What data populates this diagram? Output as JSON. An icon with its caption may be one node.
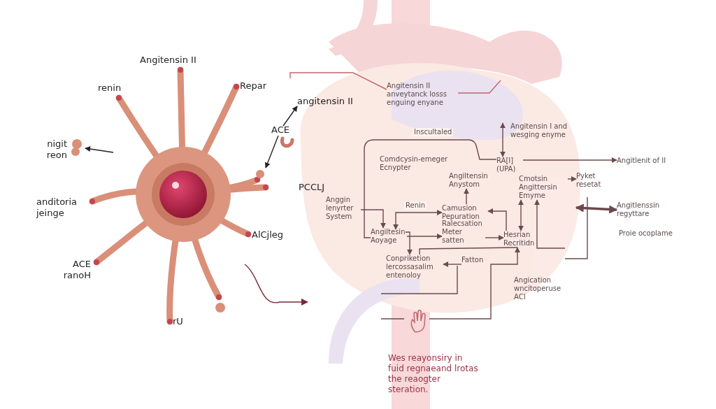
{
  "diagram": {
    "nodes": [
      {
        "text": [
          "ACE"
        ]
      },
      {
        "text": [
          "angitensin II"
        ]
      },
      {
        "text": [
          "nigit reon"
        ]
      },
      {
        "text": [],
        "shape": "picture"
      },
      {
        "text": [
          "Angitensin II anveytanck losss enguing enyane"
        ]
      },
      {
        "text": [
          "Angitensin I and wesging enyme"
        ]
      },
      {
        "text": [
          "RA[I] (UPA)"
        ]
      },
      {
        "text": [
          "Angitlenit of II"
        ]
      },
      {
        "text": [
          "Anggin lenyrter System"
        ]
      },
      {
        "text": [
          "Angiltesin Aoyage"
        ]
      },
      {
        "text": [
          "Angiltensin Anystom"
        ]
      },
      {
        "text": [
          "Camusion Pepuration"
        ]
      },
      {
        "text": [
          "Ralecsation Meter satten"
        ]
      },
      {
        "text": [
          "Hesrian Recritidn"
        ]
      },
      {
        "text": [
          "Cmotsin Angittersin Emyme"
        ]
      },
      {
        "text": [
          "Pyket resetat"
        ]
      },
      {
        "text": [
          "Angitlenssin regyttare"
        ]
      },
      {
        "text": [
          "Conpriketion lercossasalim entenoloy"
        ]
      },
      {
        "text": [
          "Fatton"
        ]
      },
      {
        "text": [],
        "shape": "picture"
      }
    ],
    "edges": [
      {
        "from": 0,
        "to": 1,
        "arrow": "to"
      },
      {
        "from": 0,
        "to": 3,
        "arrow": "to"
      },
      {
        "from": 3,
        "to": 2,
        "arrow": "to"
      },
      {
        "from": 3,
        "to": null,
        "arrow": "to"
      },
      {
        "from": 4,
        "to": null,
        "arrow": "none"
      },
      {
        "from": 4,
        "to": null,
        "arrow": "none"
      },
      {
        "from": 9,
        "to": 6,
        "arrow": "none",
        "label": "Inscultaled"
      },
      {
        "from": 6,
        "to": 5,
        "arrow": "both"
      },
      {
        "from": 6,
        "to": 7,
        "arrow": "to"
      },
      {
        "from": 8,
        "to": 9,
        "arrow": "to"
      },
      {
        "from": 9,
        "to": 11,
        "arrow": "both",
        "label": "Renin"
      },
      {
        "from": 9,
        "to": 17,
        "arrow": "to"
      },
      {
        "from": 11,
        "to": 10,
        "arrow": "to"
      },
      {
        "from": 9,
        "to": 12,
        "arrow": "to"
      },
      {
        "from": 12,
        "to": 13,
        "arrow": "to"
      },
      {
        "from": 13,
        "to": 11,
        "arrow": "to"
      },
      {
        "from": 14,
        "to": 13,
        "arrow": "both"
      },
      {
        "from": 14,
        "to": 15,
        "arrow": "to"
      },
      {
        "from": null,
        "to": 14,
        "arrow": "to"
      },
      {
        "from": 15,
        "to": 16,
        "arrow": "both",
        "style": "thick"
      },
      {
        "from": 18,
        "to": 17,
        "arrow": "to"
      },
      {
        "from": 19,
        "to": 13,
        "arrow": "to"
      },
      {
        "from": 13,
        "to": 17,
        "arrow": "none"
      }
    ],
    "labels": [
      "Angitensin II",
      "renin",
      "Repar",
      "anditoria jeinge",
      "PCCLJ",
      "AlCjleg",
      "ACE ranoH",
      "rU",
      "Comdcysin-emeger Ecnypter",
      "Proie ocoplame",
      "Angication wncitoperuse ACI",
      "Wes reayonsiry in fuid regnaeand lrotas the reaogter steration."
    ]
  }
}
